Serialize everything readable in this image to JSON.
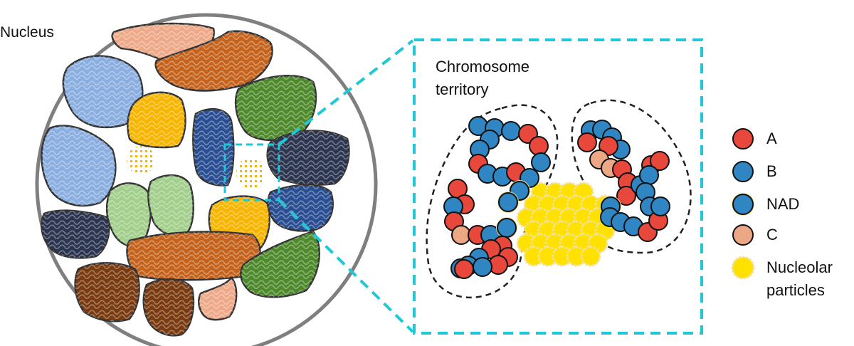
{
  "labels": {
    "nucleus": "Nucleus",
    "territory_line1": "Chromosome",
    "territory_line2": "territory"
  },
  "legend": [
    {
      "key": "a",
      "label": "A",
      "label2": "",
      "color": "#e8473b"
    },
    {
      "key": "b",
      "label": "B",
      "label2": "",
      "color": "#2f86c2"
    },
    {
      "key": "nad",
      "label": "NAD",
      "label2": "",
      "color": "#2f86c2"
    },
    {
      "key": "c",
      "label": "C",
      "label2": "",
      "color": "#eca884"
    },
    {
      "key": "nuc",
      "label": "Nucleolar",
      "label2": "particles",
      "color": "#ffe100"
    }
  ],
  "colors": {
    "outline": "#333333",
    "nucleus_outline": "#7f7f7f",
    "zoom_box": "#1ec8d8",
    "nad_halo": "#f2e19a",
    "territories": {
      "light_blue": "#8aaee0",
      "orange_brown": "#c5621c",
      "peach": "#eea988",
      "green": "#4e8a2c",
      "gold": "#f7b500",
      "dark_blue": "#2a4e92",
      "navy": "#2b3550",
      "light_green": "#a2cf8b",
      "dark_brown": "#7a3b10"
    }
  }
}
